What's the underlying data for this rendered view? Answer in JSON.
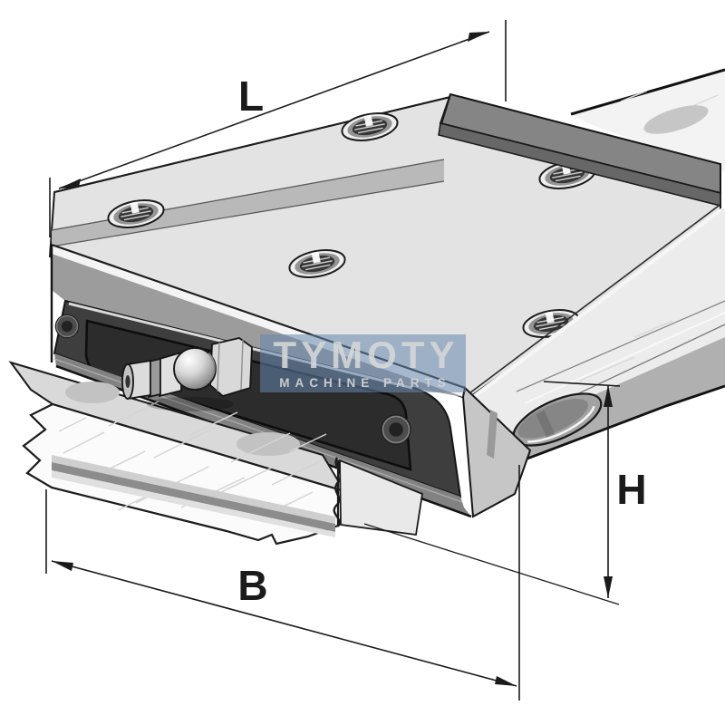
{
  "drawing": {
    "title": "isometric technical illustration of a linear guideway carriage on a profile rail",
    "dimensions": {
      "length_label": "L",
      "width_label": "B",
      "height_label": "H"
    },
    "watermark": {
      "brand": "TYMOTY",
      "tagline": "MACHINE PARTS",
      "overlay_color": "#6487ad",
      "text_color": "#d8d8d8"
    },
    "colors": {
      "line": "#1b1b1b",
      "carriage_top": "#e3e3e3",
      "carriage_mid_band": "#b9b9b9",
      "end_cap_dark": "#3e3e3e",
      "far_end_cap": "#858585",
      "rail_light": "#fbfbfb",
      "rail_side": "#b0b0b0"
    }
  }
}
